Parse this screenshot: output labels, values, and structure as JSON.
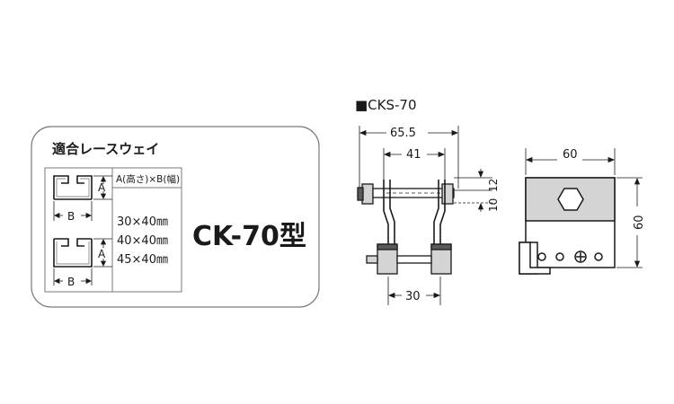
{
  "panel": {
    "title": "適合レースウェイ",
    "column_header": "A(高さ)×B(幅)",
    "sizes": [
      "30×40㎜",
      "40×40㎜",
      "45×40㎜"
    ],
    "model": "CK-70型",
    "dim_label_a": "A",
    "dim_label_b": "B"
  },
  "drawing": {
    "title": "■CKS-70",
    "front_dims": {
      "overall_width": "65.5",
      "inner_width": "41",
      "lower_width": "30",
      "height_right_1": "10",
      "height_right_2": "12"
    },
    "side_dims": {
      "width": "60",
      "height": "60"
    }
  },
  "colors": {
    "panel_border": "#7a7a7a",
    "line": "#1a1a1a",
    "fill_bg": "#ffffff",
    "shade_light": "#d4d4d4",
    "shade_dark": "#5a5a5a"
  }
}
